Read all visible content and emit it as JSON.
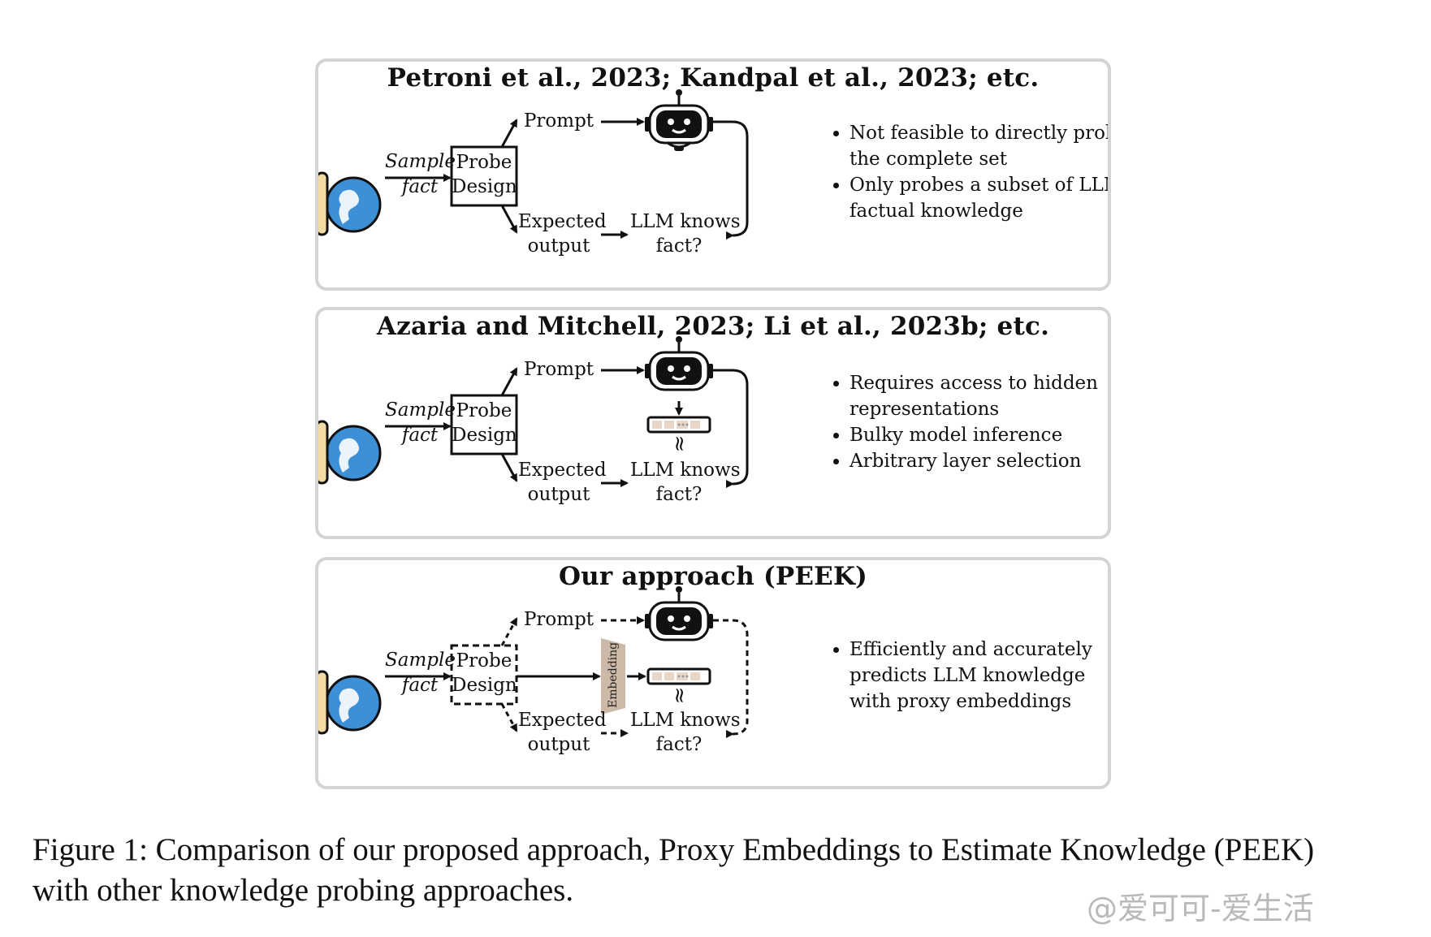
{
  "panels": [
    {
      "title": "Petroni et al., 2023; Kandpal et al., 2023; etc.",
      "variant": "solid",
      "labels": {
        "sample": "Sample",
        "fact": "fact",
        "probe": "Probe",
        "design": "Design",
        "prompt": "Prompt",
        "expected": "Expected",
        "output": "output",
        "llm_knows": "LLM knows",
        "fact_q": "fact?"
      },
      "bullets": [
        "Not feasible to directly probe the complete set",
        "Only probes a subset of LLM factual knowledge"
      ]
    },
    {
      "title": "Azaria and Mitchell, 2023; Li et al., 2023b; etc.",
      "variant": "hidden",
      "labels": {
        "sample": "Sample",
        "fact": "fact",
        "probe": "Probe",
        "design": "Design",
        "prompt": "Prompt",
        "expected": "Expected",
        "output": "output",
        "llm_knows": "LLM knows",
        "fact_q": "fact?",
        "approx": "≈"
      },
      "bullets": [
        "Requires access to hidden representations",
        "Bulky model inference",
        "Arbitrary layer selection"
      ]
    },
    {
      "title": "Our approach (PEEK)",
      "variant": "proxy",
      "labels": {
        "sample": "Sample",
        "fact": "fact",
        "probe": "Probe",
        "design": "Design",
        "prompt": "Prompt",
        "expected": "Expected",
        "output": "output",
        "llm_knows": "LLM knows",
        "fact_q": "fact?",
        "approx": "≈",
        "embedding": "Embedding"
      },
      "bullets": [
        "Efficiently and accurately predicts LLM knowledge with proxy embeddings"
      ]
    }
  ],
  "caption": {
    "line1": "Figure 1: Comparison of our proposed approach, Proxy Embeddings to Estimate Knowledge (PEEK)",
    "line2": "with other knowledge probing approaches."
  },
  "watermark": "@爱可可-爱生活",
  "colors": {
    "embedding_fill": "#cdb9a8",
    "vector_cell": "#e8d6c8",
    "book_blue": "#3b7fc4",
    "book_red": "#e0443c",
    "book_cream": "#f3d9a4",
    "globe": "#3d8fd6",
    "panel_border": "#d4d4d4"
  },
  "icons": [
    "books-globe-icon",
    "robot-icon",
    "vector-icon",
    "approx-icon",
    "embedding-icon"
  ]
}
